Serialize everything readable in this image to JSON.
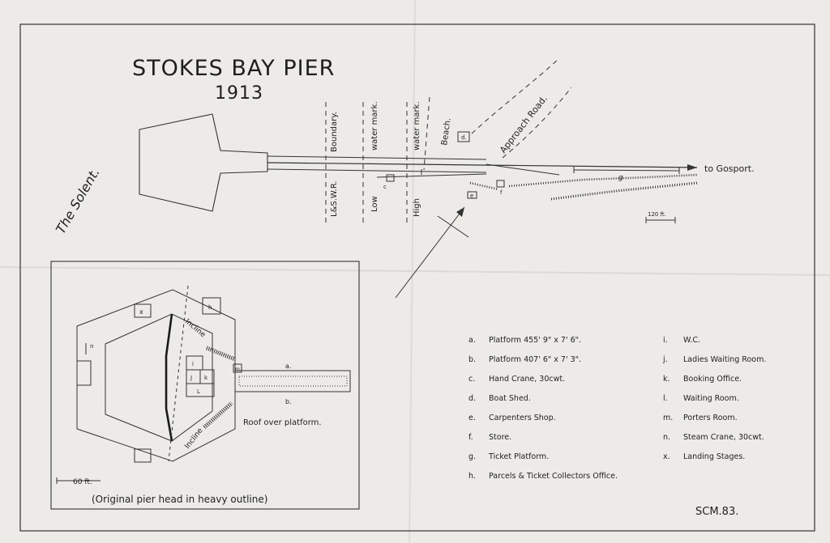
{
  "map": {
    "title": "STOKES BAY PIER",
    "year": "1913",
    "sea_label": "The Solent.",
    "lines": {
      "boundary": [
        "Boundary.",
        "L&S.W.R."
      ],
      "low_water": [
        "water mark.",
        "Low"
      ],
      "high_water": [
        "water mark.",
        "High"
      ],
      "beach": "Beach."
    },
    "approach_road": "Approach Road.",
    "destination": "to Gosport.",
    "scale_main": "120 ft.",
    "scale_inset": "60 ft.",
    "inset_caption": "(Original pier head in heavy outline)",
    "roof_note": "Roof over platform.",
    "incline": "Incline",
    "signature": "SCM.83.",
    "point_letters": {
      "a": "a.",
      "b": "b.",
      "c": "c",
      "d": "d.",
      "e": "e",
      "f": "f",
      "g": "g",
      "h": "h",
      "i": "i",
      "j": "J",
      "k": "k",
      "l": "L",
      "m": "m",
      "n": "n",
      "x": "x"
    }
  },
  "legend": {
    "left": [
      {
        "key": "a.",
        "text": "Platform 455' 9\" x 7' 6\"."
      },
      {
        "key": "b.",
        "text": "Platform 407' 6\" x 7' 3\"."
      },
      {
        "key": "c.",
        "text": "Hand Crane, 30cwt."
      },
      {
        "key": "d.",
        "text": "Boat Shed."
      },
      {
        "key": "e.",
        "text": "Carpenters Shop."
      },
      {
        "key": "f.",
        "text": "Store."
      },
      {
        "key": "g.",
        "text": "Ticket Platform."
      },
      {
        "key": "h.",
        "text": "Parcels & Ticket Collectors Office."
      }
    ],
    "right": [
      {
        "key": "i.",
        "text": "W.C."
      },
      {
        "key": "j.",
        "text": "Ladies Waiting Room."
      },
      {
        "key": "k.",
        "text": "Booking Office."
      },
      {
        "key": "l.",
        "text": "Waiting Room."
      },
      {
        "key": "m.",
        "text": "Porters Room."
      },
      {
        "key": "n.",
        "text": "Steam Crane, 30cwt."
      },
      {
        "key": "x.",
        "text": "Landing Stages."
      }
    ]
  }
}
